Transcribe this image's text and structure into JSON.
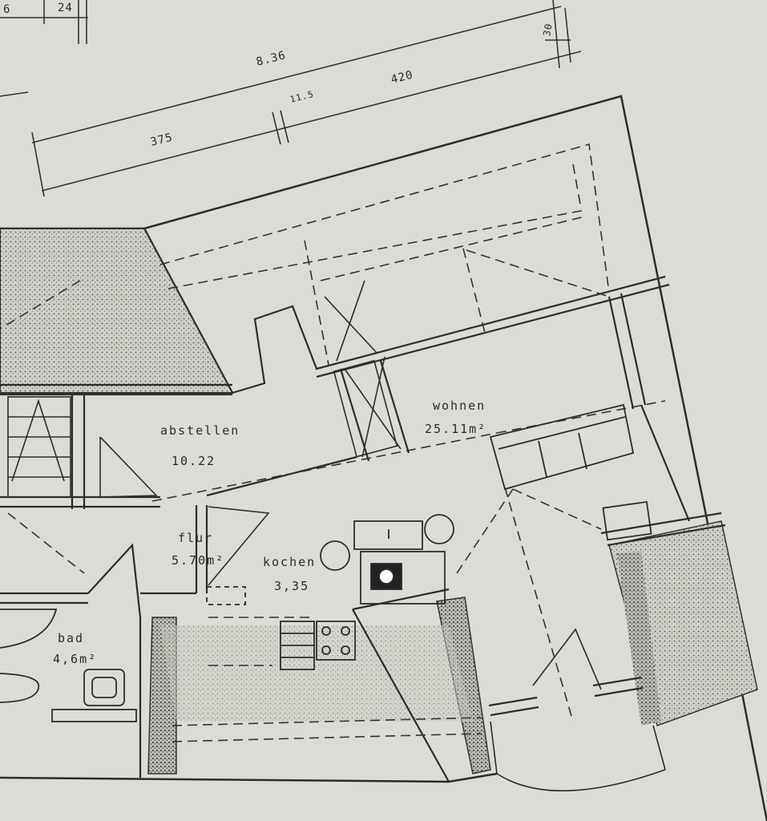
{
  "dimensions": {
    "top_left_a": "6",
    "top_left_b": "24",
    "overall": "8.36",
    "left_seg": "375",
    "mid_seg": "11.5",
    "right_seg": "420",
    "right_small": "30"
  },
  "rooms": {
    "abstellen": {
      "name": "abstellen",
      "area": "10.22"
    },
    "wohnen": {
      "name": "wohnen",
      "area": "25.11m²"
    },
    "flur": {
      "name": "flur",
      "area": "5.70m²"
    },
    "kochen": {
      "name": "kochen",
      "area": "3,35"
    },
    "bad": {
      "name": "bad",
      "area": "4,6m²"
    }
  }
}
